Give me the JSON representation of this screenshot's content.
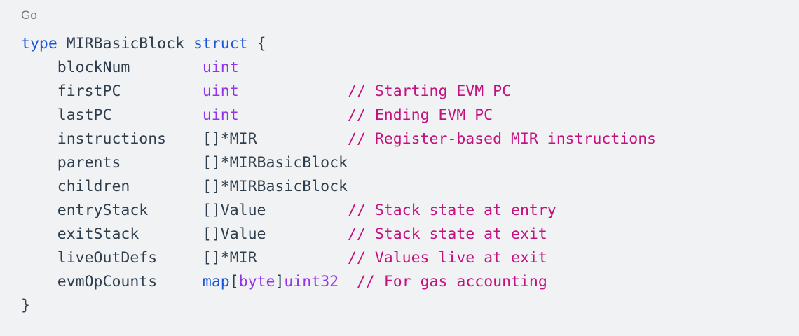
{
  "code_block": {
    "language_label": "Go",
    "background_color": "#f1f2f4",
    "colors": {
      "keyword": "#1a56db",
      "type": "#9333ea",
      "comment": "#c4117f",
      "plain": "#2f3e4d",
      "language_label": "#6b7178"
    },
    "lines": [
      {
        "index": 1,
        "text": "type MIRBasicBlock struct {",
        "tokens": [
          {
            "text": "type",
            "kind": "keyword"
          },
          {
            "text": " MIRBasicBlock ",
            "kind": "plain"
          },
          {
            "text": "struct",
            "kind": "keyword"
          },
          {
            "text": " {",
            "kind": "plain"
          }
        ]
      },
      {
        "index": 2,
        "text": "    blockNum        uint",
        "tokens": [
          {
            "text": "    blockNum        ",
            "kind": "plain"
          },
          {
            "text": "uint",
            "kind": "type"
          }
        ]
      },
      {
        "index": 3,
        "text": "    firstPC         uint            // Starting EVM PC",
        "tokens": [
          {
            "text": "    firstPC         ",
            "kind": "plain"
          },
          {
            "text": "uint",
            "kind": "type"
          },
          {
            "text": "            ",
            "kind": "plain"
          },
          {
            "text": "// Starting EVM PC",
            "kind": "comment"
          }
        ]
      },
      {
        "index": 4,
        "text": "    lastPC          uint            // Ending EVM PC",
        "tokens": [
          {
            "text": "    lastPC          ",
            "kind": "plain"
          },
          {
            "text": "uint",
            "kind": "type"
          },
          {
            "text": "            ",
            "kind": "plain"
          },
          {
            "text": "// Ending EVM PC",
            "kind": "comment"
          }
        ]
      },
      {
        "index": 5,
        "text": "    instructions    []*MIR          // Register-based MIR instructions",
        "tokens": [
          {
            "text": "    instructions    []*MIR          ",
            "kind": "plain"
          },
          {
            "text": "// Register-based MIR instructions",
            "kind": "comment"
          }
        ]
      },
      {
        "index": 6,
        "text": "    parents         []*MIRBasicBlock",
        "tokens": [
          {
            "text": "    parents         []*MIRBasicBlock",
            "kind": "plain"
          }
        ]
      },
      {
        "index": 7,
        "text": "    children        []*MIRBasicBlock",
        "tokens": [
          {
            "text": "    children        []*MIRBasicBlock",
            "kind": "plain"
          }
        ]
      },
      {
        "index": 8,
        "text": "    entryStack      []Value         // Stack state at entry",
        "tokens": [
          {
            "text": "    entryStack      []Value         ",
            "kind": "plain"
          },
          {
            "text": "// Stack state at entry",
            "kind": "comment"
          }
        ]
      },
      {
        "index": 9,
        "text": "    exitStack       []Value         // Stack state at exit",
        "tokens": [
          {
            "text": "    exitStack       []Value         ",
            "kind": "plain"
          },
          {
            "text": "// Stack state at exit",
            "kind": "comment"
          }
        ]
      },
      {
        "index": 10,
        "text": "    liveOutDefs     []*MIR          // Values live at exit",
        "tokens": [
          {
            "text": "    liveOutDefs     []*MIR          ",
            "kind": "plain"
          },
          {
            "text": "// Values live at exit",
            "kind": "comment"
          }
        ]
      },
      {
        "index": 11,
        "text": "    evmOpCounts     map[byte]uint32  // For gas accounting",
        "tokens": [
          {
            "text": "    evmOpCounts     ",
            "kind": "plain"
          },
          {
            "text": "map",
            "kind": "keyword"
          },
          {
            "text": "[",
            "kind": "punct"
          },
          {
            "text": "byte",
            "kind": "type"
          },
          {
            "text": "]",
            "kind": "punct"
          },
          {
            "text": "uint32",
            "kind": "type"
          },
          {
            "text": "  ",
            "kind": "plain"
          },
          {
            "text": "// For gas accounting",
            "kind": "comment"
          }
        ]
      },
      {
        "index": 12,
        "text": "}",
        "tokens": [
          {
            "text": "}",
            "kind": "plain"
          }
        ]
      }
    ]
  }
}
